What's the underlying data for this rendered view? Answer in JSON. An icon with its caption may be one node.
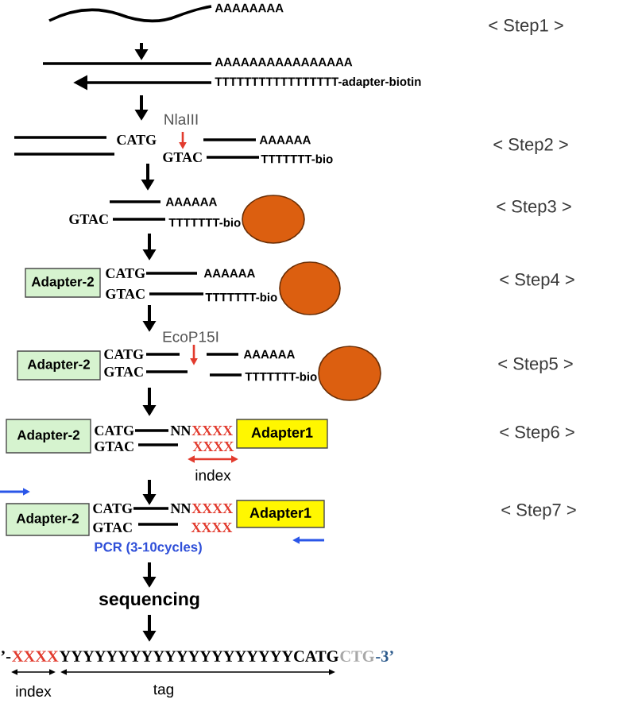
{
  "diagram": {
    "nodes": [
      {
        "text": [],
        "shape": "circle"
      },
      {
        "text": [
          "Adapter-2"
        ]
      },
      {
        "text": [],
        "shape": "circle"
      },
      {
        "text": [
          "Adapter-2"
        ]
      },
      {
        "text": [],
        "shape": "circle"
      },
      {
        "text": [
          "Adapter-2"
        ]
      },
      {
        "text": [
          "Adapter1"
        ]
      },
      {
        "text": [
          "Adapter-2"
        ]
      },
      {
        "text": [
          "Adapter1"
        ]
      }
    ],
    "labels": [
      "AAAAAAAA",
      "< Step1 >",
      "AAAAAAAAAAAAAAAA",
      "TTTTTTTTTTTTTTTTT-adapter-biotin",
      "NlaIII",
      "CATG",
      "AAAAAA",
      "< Step2 >",
      "GTAC",
      "TTTTTTT-bio",
      "AAAAAA",
      "< Step3 >",
      "GTAC",
      "TTTTTTT-bio",
      "CATG",
      "AAAAAA",
      "< Step4 >",
      "GTAC",
      "TTTTTTT-bio",
      "EcoP15I",
      "CATG",
      "AAAAAA",
      "< Step5 >",
      "GTAC",
      "TTTTTTT-bio",
      "CATG",
      "NN",
      "XXXX",
      "< Step6 >",
      "GTAC",
      "XXXX",
      "index",
      "CATG",
      "NN",
      "XXXX",
      "< Step7 >",
      "GTAC",
      "XXXX",
      "PCR (3-10cycles)",
      "sequencing",
      "’-",
      "XXXX",
      "YYYYYYYYYYYYYYYYYYYYCATG",
      "CTG",
      "-3’",
      "index",
      "tag"
    ]
  }
}
